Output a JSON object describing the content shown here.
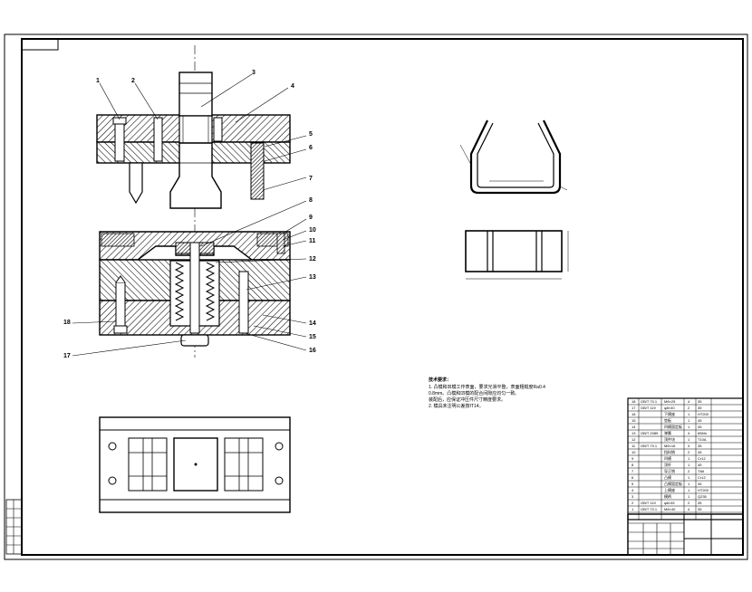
{
  "part_labels": [
    "1",
    "2",
    "3",
    "4",
    "5",
    "6",
    "7",
    "8",
    "9",
    "10",
    "11",
    "12",
    "13",
    "14",
    "15",
    "16",
    "17",
    "18"
  ],
  "technical_notes": {
    "heading": "技术要求：",
    "lines": [
      "1. 凸模和凹模工作表面，要求光滑平整，表面粗糙度Ra0.4",
      "   0.8mm。凸模和凹模的配合间隙应均匀一致。",
      "   装配后，应保证冲压件尺寸精度要求。",
      "2. 模具未注明公差按IT14。"
    ]
  },
  "bom_rows": [
    [
      "18",
      "GB/T 70.1",
      "M8×25",
      "4",
      "35"
    ],
    [
      "17",
      "GB/T 119",
      "φ8×40",
      "2",
      "35"
    ],
    [
      "16",
      "",
      "下模座",
      "1",
      "HT200"
    ],
    [
      "15",
      "",
      "垫板",
      "1",
      "45"
    ],
    [
      "14",
      "",
      "凹模固定板",
      "1",
      "45"
    ],
    [
      "13",
      "GB/T 2089",
      "弹簧",
      "4",
      "65Mn"
    ],
    [
      "12",
      "",
      "顶件块",
      "1",
      "T10A"
    ],
    [
      "11",
      "GB/T 70.1",
      "M6×16",
      "4",
      "35"
    ],
    [
      "10",
      "",
      "挡料销",
      "2",
      "45"
    ],
    [
      "9",
      "",
      "凹模",
      "1",
      "Cr12"
    ],
    [
      "8",
      "",
      "顶杆",
      "1",
      "45"
    ],
    [
      "7",
      "",
      "导正销",
      "2",
      "T8A"
    ],
    [
      "6",
      "",
      "凸模",
      "1",
      "Cr12"
    ],
    [
      "5",
      "",
      "凸模固定板",
      "1",
      "45"
    ],
    [
      "4",
      "",
      "上模座",
      "1",
      "HT200"
    ],
    [
      "3",
      "",
      "模柄",
      "1",
      "Q235"
    ],
    [
      "2",
      "GB/T 119",
      "φ8×45",
      "2",
      "35"
    ],
    [
      "1",
      "GB/T 70.1",
      "M8×40",
      "4",
      "35"
    ]
  ]
}
